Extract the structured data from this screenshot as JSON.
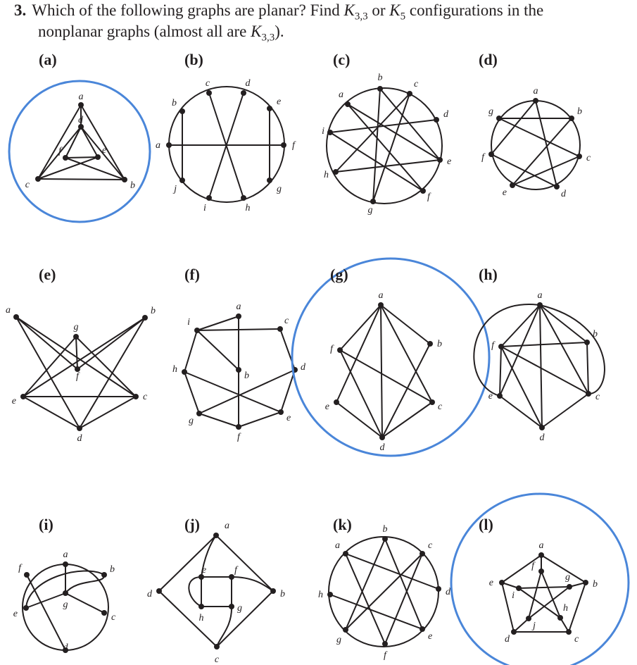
{
  "question": {
    "number": "3.",
    "line1": "Which of the following graphs are planar? Find K3,3 or K5 configurations in the",
    "line2": "nonplanar graphs (almost all are K3,3).",
    "k33_base": "K",
    "k33_sub": "3,3",
    "k5_base": "K",
    "k5_sub": "5"
  },
  "colors": {
    "ink": "#231f20",
    "highlight": "#4a86d9"
  },
  "graphs": [
    {
      "id": "a",
      "label": "(a)",
      "highlighted": true,
      "vertices": [
        {
          "name": "a",
          "label": "a"
        },
        {
          "name": "b",
          "label": "b"
        },
        {
          "name": "c",
          "label": "c"
        },
        {
          "name": "d",
          "label": "d"
        },
        {
          "name": "e",
          "label": "e"
        },
        {
          "name": "f",
          "label": "f"
        }
      ],
      "edges": [
        [
          "a",
          "b"
        ],
        [
          "a",
          "c"
        ],
        [
          "b",
          "c"
        ],
        [
          "a",
          "d"
        ],
        [
          "d",
          "e"
        ],
        [
          "d",
          "f"
        ],
        [
          "e",
          "f"
        ],
        [
          "c",
          "e"
        ],
        [
          "b",
          "f"
        ],
        [
          "c",
          "d"
        ],
        [
          "b",
          "d"
        ]
      ]
    },
    {
      "id": "b",
      "label": "(b)",
      "highlighted": false,
      "vertices": [
        {
          "name": "a",
          "label": "a"
        },
        {
          "name": "b",
          "label": "b"
        },
        {
          "name": "c",
          "label": "c"
        },
        {
          "name": "d",
          "label": "d"
        },
        {
          "name": "e",
          "label": "e"
        },
        {
          "name": "f",
          "label": "f"
        },
        {
          "name": "g",
          "label": "g"
        },
        {
          "name": "h",
          "label": "h"
        },
        {
          "name": "i",
          "label": "i"
        },
        {
          "name": "j",
          "label": "j"
        }
      ],
      "edges": [
        [
          "a",
          "f"
        ],
        [
          "b",
          "j"
        ],
        [
          "e",
          "g"
        ],
        [
          "c",
          "h"
        ],
        [
          "d",
          "i"
        ]
      ]
    },
    {
      "id": "c",
      "label": "(c)",
      "highlighted": false,
      "vertices": [
        {
          "name": "a",
          "label": "a"
        },
        {
          "name": "b",
          "label": "b"
        },
        {
          "name": "c",
          "label": "c"
        },
        {
          "name": "d",
          "label": "d"
        },
        {
          "name": "e",
          "label": "e"
        },
        {
          "name": "f",
          "label": "f"
        },
        {
          "name": "g",
          "label": "g"
        },
        {
          "name": "h",
          "label": "h"
        },
        {
          "name": "i",
          "label": "i"
        }
      ],
      "edges": [
        [
          "a",
          "e"
        ],
        [
          "a",
          "f"
        ],
        [
          "b",
          "g"
        ],
        [
          "b",
          "e"
        ],
        [
          "c",
          "h"
        ],
        [
          "c",
          "g"
        ],
        [
          "i",
          "d"
        ],
        [
          "i",
          "f"
        ],
        [
          "h",
          "e"
        ]
      ]
    },
    {
      "id": "d",
      "label": "(d)",
      "highlighted": false,
      "vertices": [
        {
          "name": "a",
          "label": "a"
        },
        {
          "name": "b",
          "label": "b"
        },
        {
          "name": "c",
          "label": "c"
        },
        {
          "name": "d",
          "label": "d"
        },
        {
          "name": "e",
          "label": "e"
        },
        {
          "name": "f",
          "label": "f"
        },
        {
          "name": "g",
          "label": "g"
        }
      ],
      "edges": [
        [
          "g",
          "b"
        ],
        [
          "a",
          "f"
        ],
        [
          "a",
          "d"
        ],
        [
          "b",
          "e"
        ],
        [
          "c",
          "g"
        ],
        [
          "f",
          "d"
        ],
        [
          "e",
          "c"
        ]
      ]
    },
    {
      "id": "e",
      "label": "(e)",
      "highlighted": false,
      "vertices": [
        {
          "name": "a",
          "label": "a"
        },
        {
          "name": "b",
          "label": "b"
        },
        {
          "name": "c",
          "label": "c"
        },
        {
          "name": "d",
          "label": "d"
        },
        {
          "name": "e",
          "label": "e"
        },
        {
          "name": "f",
          "label": "f"
        },
        {
          "name": "g",
          "label": "g"
        }
      ],
      "edges": [
        [
          "a",
          "f"
        ],
        [
          "a",
          "d"
        ],
        [
          "a",
          "c"
        ],
        [
          "b",
          "f"
        ],
        [
          "b",
          "d"
        ],
        [
          "b",
          "e"
        ],
        [
          "g",
          "f"
        ],
        [
          "g",
          "e"
        ],
        [
          "g",
          "c"
        ],
        [
          "e",
          "c"
        ],
        [
          "e",
          "d"
        ],
        [
          "c",
          "d"
        ]
      ]
    },
    {
      "id": "f",
      "label": "(f)",
      "highlighted": false,
      "vertices": [
        {
          "name": "a",
          "label": "a"
        },
        {
          "name": "b",
          "label": "b"
        },
        {
          "name": "c",
          "label": "c"
        },
        {
          "name": "d",
          "label": "d"
        },
        {
          "name": "e",
          "label": "e"
        },
        {
          "name": "f",
          "label": "f"
        },
        {
          "name": "g",
          "label": "g"
        },
        {
          "name": "h",
          "label": "h"
        },
        {
          "name": "i",
          "label": "i"
        }
      ],
      "edges": [
        [
          "i",
          "a"
        ],
        [
          "i",
          "c"
        ],
        [
          "i",
          "b"
        ],
        [
          "a",
          "b"
        ],
        [
          "c",
          "d"
        ],
        [
          "d",
          "e"
        ],
        [
          "e",
          "f"
        ],
        [
          "f",
          "g"
        ],
        [
          "g",
          "h"
        ],
        [
          "h",
          "i"
        ],
        [
          "b",
          "f"
        ],
        [
          "h",
          "e"
        ],
        [
          "g",
          "d"
        ]
      ]
    },
    {
      "id": "g",
      "label": "(g)",
      "highlighted": true,
      "vertices": [
        {
          "name": "a",
          "label": "a"
        },
        {
          "name": "b",
          "label": "b"
        },
        {
          "name": "c",
          "label": "c"
        },
        {
          "name": "d",
          "label": "d"
        },
        {
          "name": "e",
          "label": "e"
        },
        {
          "name": "f",
          "label": "f"
        }
      ],
      "edges": [
        [
          "a",
          "f"
        ],
        [
          "a",
          "b"
        ],
        [
          "a",
          "c"
        ],
        [
          "a",
          "d"
        ],
        [
          "f",
          "c"
        ],
        [
          "f",
          "d"
        ],
        [
          "b",
          "d"
        ],
        [
          "e",
          "d"
        ],
        [
          "e",
          "a"
        ],
        [
          "c",
          "d"
        ]
      ]
    },
    {
      "id": "h",
      "label": "(h)",
      "highlighted": false,
      "vertices": [
        {
          "name": "a",
          "label": "a"
        },
        {
          "name": "b",
          "label": "b"
        },
        {
          "name": "c",
          "label": "c"
        },
        {
          "name": "d",
          "label": "d"
        },
        {
          "name": "e",
          "label": "e"
        },
        {
          "name": "f",
          "label": "f"
        }
      ],
      "edges": [
        [
          "a",
          "f"
        ],
        [
          "a",
          "b"
        ],
        [
          "a",
          "c"
        ],
        [
          "a",
          "d"
        ],
        [
          "a",
          "e"
        ],
        [
          "f",
          "b"
        ],
        [
          "f",
          "c"
        ],
        [
          "f",
          "d"
        ],
        [
          "f",
          "e"
        ],
        [
          "b",
          "c"
        ],
        [
          "e",
          "d"
        ],
        [
          "d",
          "c"
        ]
      ]
    },
    {
      "id": "i",
      "label": "(i)",
      "highlighted": false,
      "vertices": [
        {
          "name": "a",
          "label": "a"
        },
        {
          "name": "b",
          "label": "b"
        },
        {
          "name": "c",
          "label": "c"
        },
        {
          "name": "d",
          "label": "d"
        },
        {
          "name": "e",
          "label": "e"
        },
        {
          "name": "f",
          "label": "f"
        },
        {
          "name": "g",
          "label": "g"
        }
      ],
      "edges": [
        [
          "a",
          "g"
        ],
        [
          "g",
          "c"
        ],
        [
          "g",
          "e"
        ],
        [
          "f",
          "d"
        ]
      ]
    },
    {
      "id": "j",
      "label": "(j)",
      "highlighted": false,
      "vertices": [
        {
          "name": "a",
          "label": "a"
        },
        {
          "name": "b",
          "label": "b"
        },
        {
          "name": "c",
          "label": "c"
        },
        {
          "name": "d",
          "label": "d"
        },
        {
          "name": "e",
          "label": "e"
        },
        {
          "name": "f",
          "label": "f"
        },
        {
          "name": "g",
          "label": "g"
        },
        {
          "name": "h",
          "label": "h"
        }
      ],
      "edges": [
        [
          "a",
          "d"
        ],
        [
          "a",
          "b"
        ],
        [
          "d",
          "c"
        ],
        [
          "c",
          "b"
        ],
        [
          "e",
          "f"
        ],
        [
          "f",
          "g"
        ],
        [
          "g",
          "h"
        ],
        [
          "h",
          "e"
        ]
      ]
    },
    {
      "id": "k",
      "label": "(k)",
      "highlighted": false,
      "vertices": [
        {
          "name": "a",
          "label": "a"
        },
        {
          "name": "b",
          "label": "b"
        },
        {
          "name": "c",
          "label": "c"
        },
        {
          "name": "d",
          "label": "d"
        },
        {
          "name": "e",
          "label": "e"
        },
        {
          "name": "f",
          "label": "f"
        },
        {
          "name": "g",
          "label": "g"
        },
        {
          "name": "h",
          "label": "h"
        }
      ],
      "edges": [
        [
          "a",
          "d"
        ],
        [
          "a",
          "f"
        ],
        [
          "b",
          "g"
        ],
        [
          "b",
          "e"
        ],
        [
          "c",
          "f"
        ],
        [
          "c",
          "g"
        ],
        [
          "h",
          "e"
        ]
      ]
    },
    {
      "id": "l",
      "label": "(l)",
      "highlighted": true,
      "vertices": [
        {
          "name": "a",
          "label": "a"
        },
        {
          "name": "b",
          "label": "b"
        },
        {
          "name": "c",
          "label": "c"
        },
        {
          "name": "d",
          "label": "d"
        },
        {
          "name": "e",
          "label": "e"
        },
        {
          "name": "f",
          "label": "f"
        },
        {
          "name": "g",
          "label": "g"
        },
        {
          "name": "h",
          "label": "h"
        },
        {
          "name": "i",
          "label": "i"
        },
        {
          "name": "j",
          "label": "j"
        }
      ],
      "edges": [
        [
          "a",
          "b"
        ],
        [
          "b",
          "c"
        ],
        [
          "c",
          "d"
        ],
        [
          "d",
          "e"
        ],
        [
          "e",
          "a"
        ],
        [
          "a",
          "f"
        ],
        [
          "b",
          "g"
        ],
        [
          "c",
          "h"
        ],
        [
          "d",
          "j"
        ],
        [
          "e",
          "i"
        ],
        [
          "f",
          "j"
        ],
        [
          "f",
          "h"
        ],
        [
          "g",
          "i"
        ],
        [
          "g",
          "j"
        ],
        [
          "i",
          "h"
        ]
      ]
    }
  ]
}
